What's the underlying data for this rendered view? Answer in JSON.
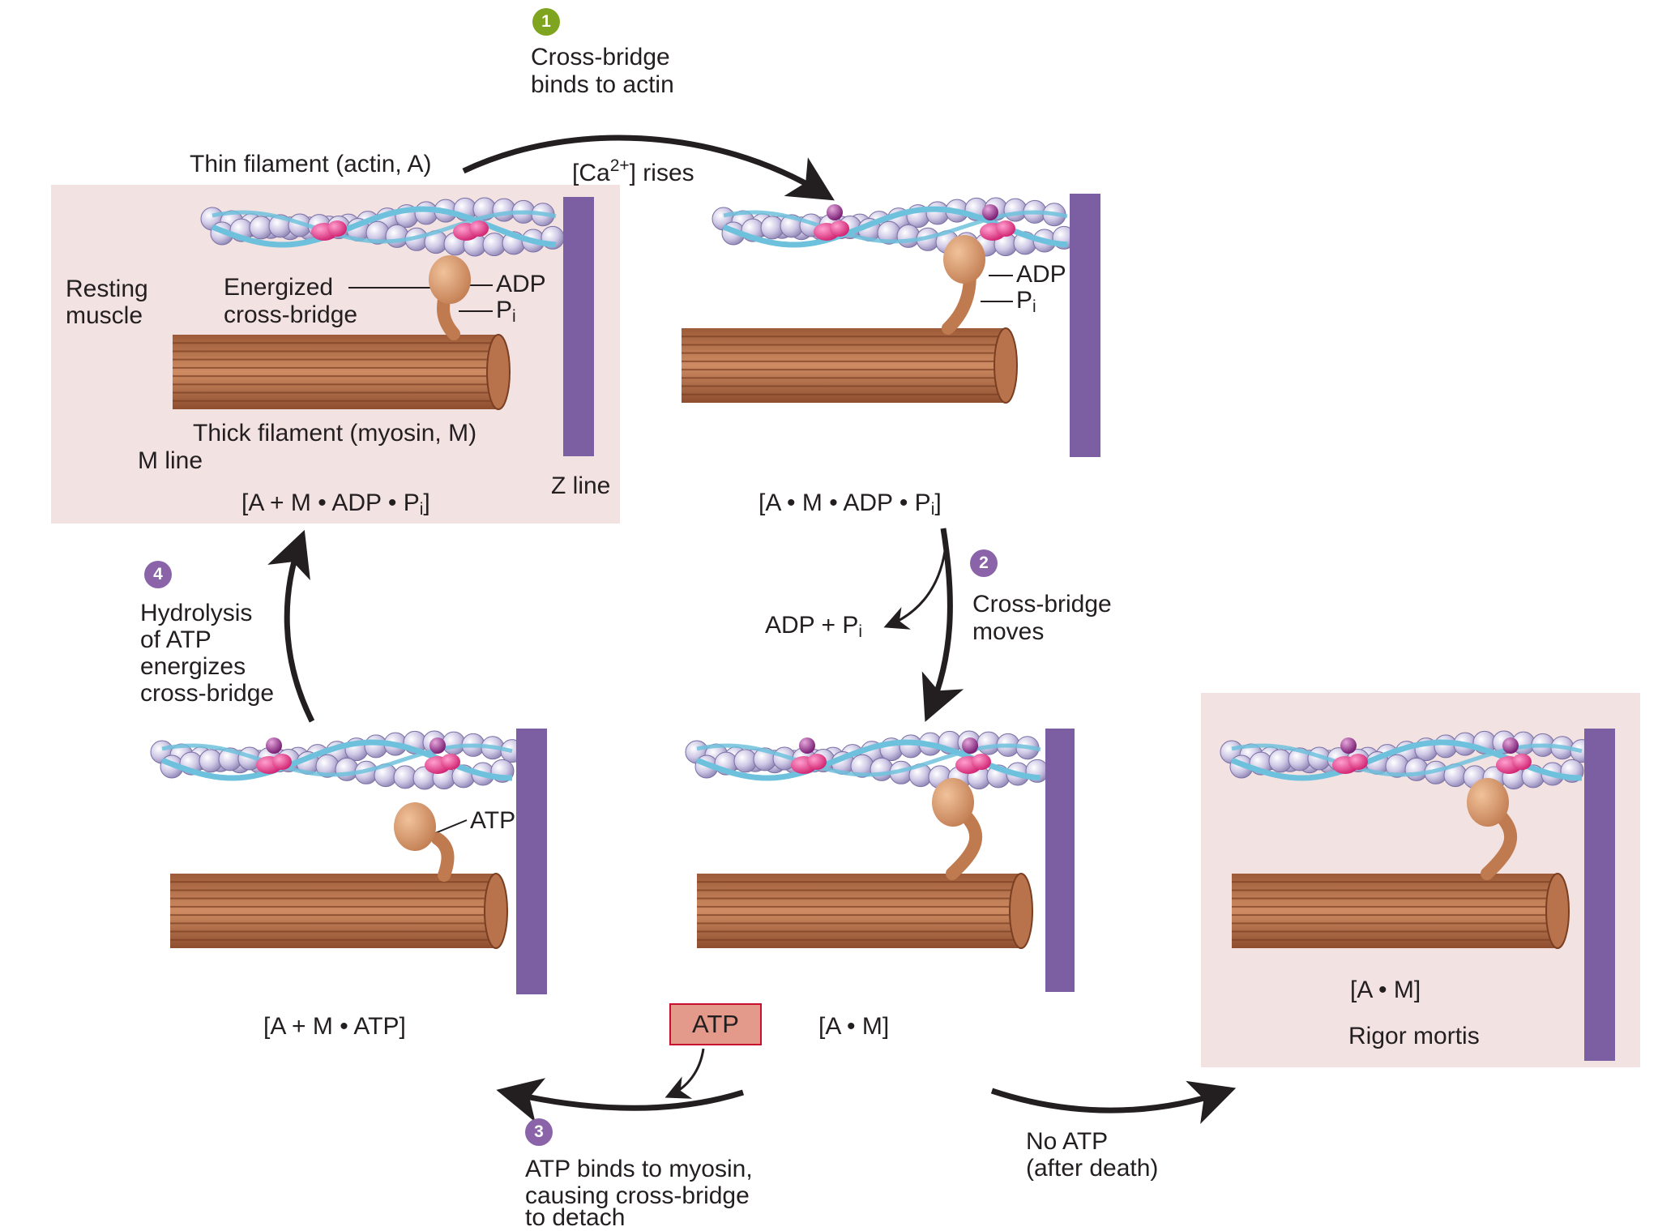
{
  "colors": {
    "panel": "#f3e2e2",
    "z_line": "#7b5fa2",
    "myosin": "#c27e57",
    "myosin_head": "#d79a6c",
    "actin_bead": "#c9c3df",
    "tropomyosin": "#6ec1dc",
    "troponin": "#e0458f",
    "calcium": "#8e2d86",
    "step1_badge": "#7fa520",
    "step_badge": "#8a63a8",
    "atp_box_fill": "#e49a8a",
    "atp_box_border": "#c8102e"
  },
  "step1": {
    "number": "1",
    "line1": "Cross-bridge",
    "line2": "binds to actin"
  },
  "step2": {
    "number": "2",
    "line1": "Cross-bridge",
    "line2": "moves"
  },
  "step3": {
    "number": "3",
    "line1": "ATP binds to myosin,",
    "line2": "causing cross-bridge",
    "line3": "to detach"
  },
  "step4": {
    "number": "4",
    "line1": "Hydrolysis",
    "line2": "of ATP",
    "line3": "energizes",
    "line4": "cross-bridge"
  },
  "resting": {
    "thin_filament_label": "Thin filament (actin, A)",
    "resting_label_1": "Resting",
    "resting_label_2": "muscle",
    "energized_1": "Energized",
    "energized_2": "cross-bridge",
    "adp": "ADP",
    "pi_main": "P",
    "pi_sub": "i",
    "thick_filament_label": "Thick filament (myosin, M)",
    "m_line": "M line",
    "z_line": "Z line",
    "formula_main": "[A + M • ADP • P",
    "formula_sub": "i",
    "formula_end": "]"
  },
  "ca_rises": {
    "open": "[Ca",
    "sup": "2+",
    "close": "] rises"
  },
  "bound": {
    "adp": "ADP",
    "pi_main": "P",
    "pi_sub": "i",
    "formula_main": "[A • M • ADP • P",
    "formula_sub": "i",
    "formula_end": "]"
  },
  "released": {
    "main": "ADP + P",
    "sub": "i"
  },
  "attached": {
    "formula": "[A • M]"
  },
  "detached": {
    "atp": "ATP",
    "formula": "[A + M • ATP]"
  },
  "atp_input": "ATP",
  "rigor": {
    "formula": "[A • M]",
    "label": "Rigor mortis"
  },
  "no_atp": {
    "line1": "No ATP",
    "line2": "(after death)"
  }
}
